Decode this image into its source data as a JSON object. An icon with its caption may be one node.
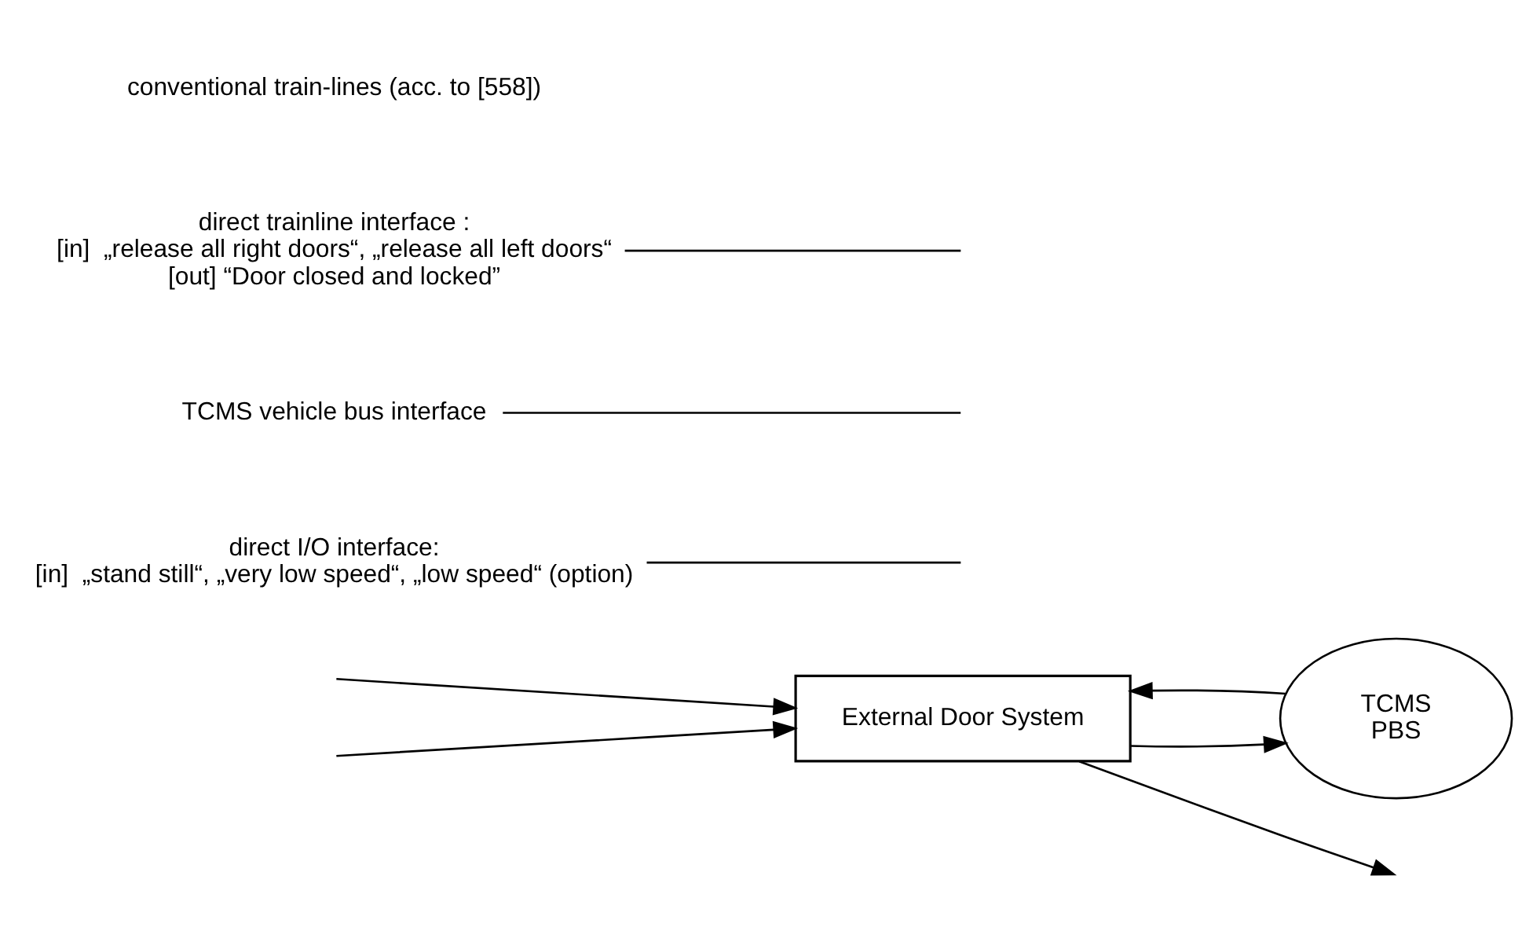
{
  "diagram": {
    "nodes": [
      {
        "text": [
          "External Door System"
        ]
      },
      {
        "text": [
          "TCMS",
          "PBS"
        ]
      },
      {
        "text": [
          "direct I/O interface:",
          "[in]  „stand still“, „very low speed“, „low speed“ (option)"
        ]
      },
      {
        "text": [
          "TCMS vehicle bus interface"
        ]
      },
      {
        "text": [
          "direct trainline interface :",
          "[in]  „release all right doors“, „release all left doors“",
          "[out] “Door closed and locked”"
        ]
      }
    ],
    "edges": [
      {
        "from": null,
        "to": 0,
        "arrow": "to"
      },
      {
        "from": 0,
        "to": 1,
        "arrow": "to"
      },
      {
        "from": 1,
        "to": 0,
        "arrow": "to"
      },
      {
        "from": null,
        "to": 0,
        "arrow": "to"
      },
      {
        "from": 0,
        "to": null,
        "arrow": "to"
      },
      {
        "from": 2,
        "to": null,
        "arrow": "none"
      },
      {
        "from": 3,
        "to": null,
        "arrow": "none"
      },
      {
        "from": 4,
        "to": null,
        "arrow": "none"
      }
    ],
    "labels": [
      "conventional train-lines (acc. to [558])"
    ]
  }
}
